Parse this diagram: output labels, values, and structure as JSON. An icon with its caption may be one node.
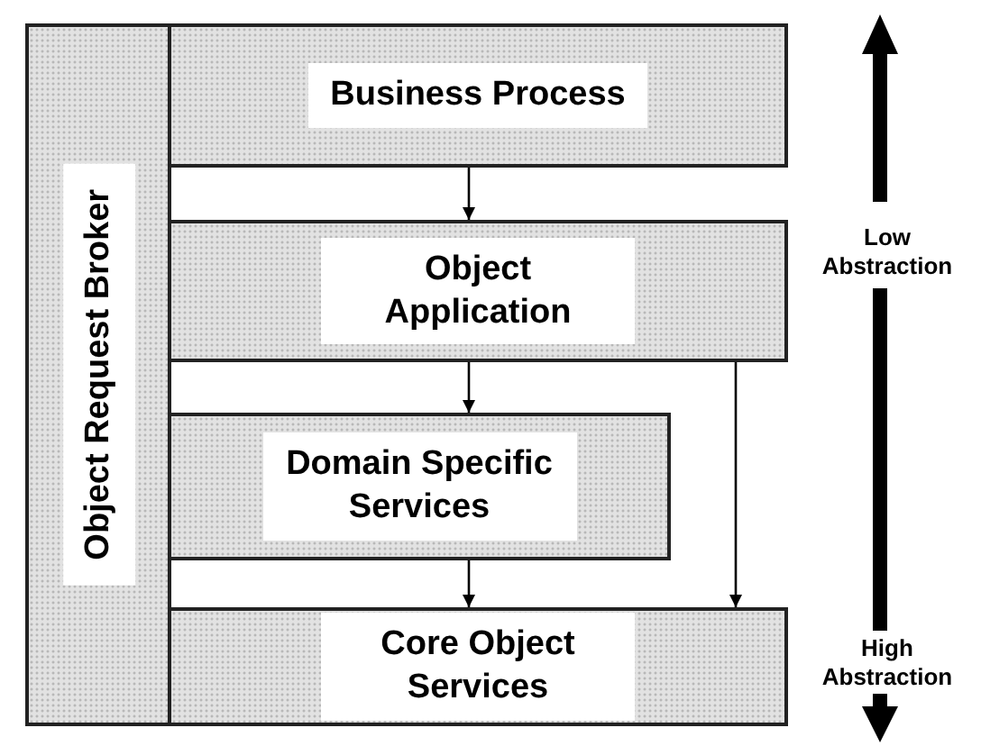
{
  "diagram": {
    "nodes": [
      {
        "text": [
          "Object Request Broker"
        ]
      },
      {
        "text": [
          "Business Process"
        ]
      },
      {
        "text": [
          "Object Application"
        ]
      },
      {
        "text": [
          "Domain Specific Services"
        ]
      },
      {
        "text": [
          "Core Object Services"
        ]
      }
    ],
    "edges": [
      {
        "from": 1,
        "to": 2,
        "arrow": "to"
      },
      {
        "from": 2,
        "to": 3,
        "arrow": "to"
      },
      {
        "from": 3,
        "to": 4,
        "arrow": "to"
      },
      {
        "from": 2,
        "to": 4,
        "arrow": "to"
      }
    ],
    "labels": [
      "Low Abstraction",
      "High Abstraction"
    ]
  }
}
